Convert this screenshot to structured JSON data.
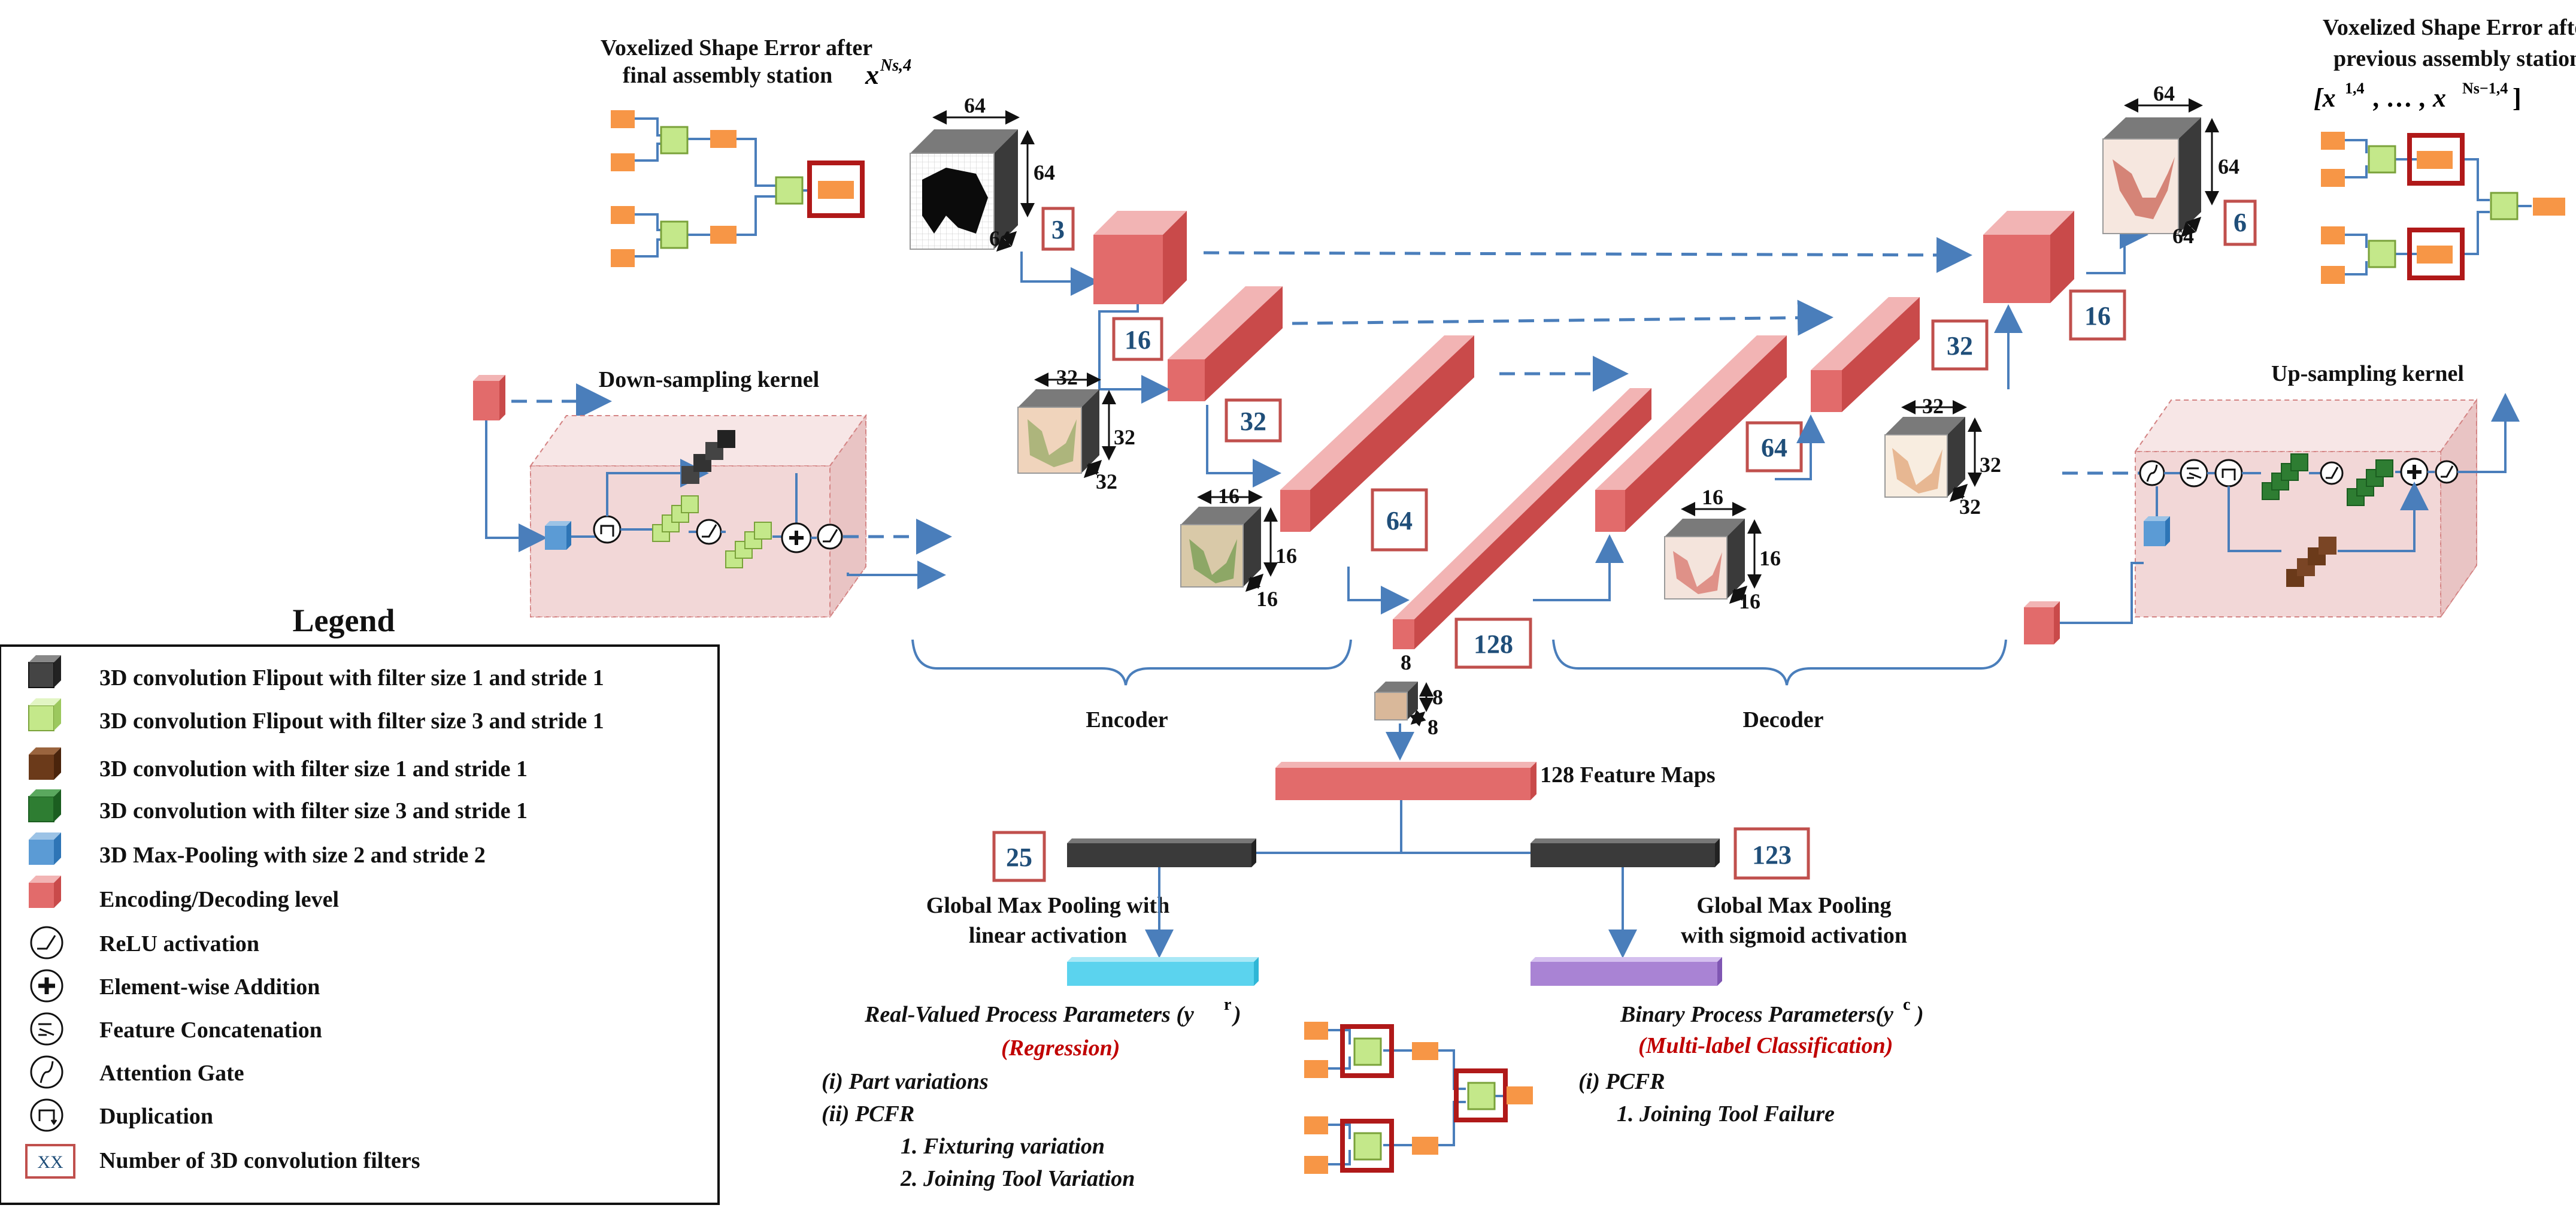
{
  "titles": {
    "final_station_line1": "Voxelized Shape Error after",
    "final_station_line2": "final assembly station",
    "final_station_symbol": "x",
    "final_station_sup": "Ns,4",
    "previous_stations_line1": "Voxelized Shape Error after",
    "previous_stations_line2": "previous assembly stations",
    "previous_stations_formula": "[x",
    "previous_stations_sup1": "1,4",
    "previous_stations_mid": ", … , x",
    "previous_stations_sup2": "Ns−1,4",
    "previous_stations_close": "]"
  },
  "kernels": {
    "down": "Down-sampling kernel",
    "up": "Up-sampling kernel"
  },
  "sections": {
    "encoder": "Encoder",
    "decoder": "Decoder",
    "feature_maps": "128 Feature Maps"
  },
  "filter_counts": {
    "input": "3",
    "enc1": "16",
    "enc2": "32",
    "enc3": "64",
    "bottleneck": "128",
    "dec3": "64",
    "dec2": "32",
    "dec1": "16",
    "output": "6",
    "regression": "25",
    "classification": "123"
  },
  "dims": {
    "input": [
      "64",
      "64",
      "64"
    ],
    "enc_32": [
      "32",
      "32",
      "32"
    ],
    "enc_16": [
      "16",
      "16",
      "16"
    ],
    "bottleneck": [
      "8",
      "8",
      "8"
    ],
    "dec_16": [
      "16",
      "16",
      "16"
    ],
    "dec_32": [
      "32",
      "32",
      "32"
    ],
    "output": [
      "64",
      "64",
      "64"
    ]
  },
  "heads": {
    "left_line1": "Global Max Pooling with",
    "left_line2": "linear activation",
    "right_line1": "Global Max Pooling",
    "right_line2": "with sigmoid activation"
  },
  "outputs": {
    "regression_title": "Real-Valued Process Parameters (y",
    "regression_sup": "r",
    "regression_close": ")",
    "regression_tag": "(Regression)",
    "regression_items": [
      "(i) Part variations",
      "(ii) PCFR",
      "1.   Fixturing variation",
      "2.   Joining Tool Variation"
    ],
    "classification_title": "Binary Process Parameters(y",
    "classification_sup": "c",
    "classification_close": ")",
    "classification_tag": "(Multi-label Classification)",
    "classification_items": [
      "(i) PCFR",
      "1.   Joining Tool Failure"
    ]
  },
  "legend": {
    "title": "Legend",
    "items": [
      {
        "icon": "black-cube-icon",
        "label": "3D convolution Flipout with filter size 1 and stride 1"
      },
      {
        "icon": "light-green-cube-icon",
        "label": "3D convolution Flipout with filter size 3 and stride 1"
      },
      {
        "icon": "brown-cube-icon",
        "label": "3D convolution with filter size 1 and stride 1"
      },
      {
        "icon": "dark-green-cube-icon",
        "label": "3D convolution with filter size 3 and stride 1"
      },
      {
        "icon": "blue-cube-icon",
        "label": "3D Max-Pooling with size  2 and stride 2"
      },
      {
        "icon": "red-cube-icon",
        "label": "Encoding/Decoding level"
      },
      {
        "icon": "relu-icon",
        "label": "ReLU activation"
      },
      {
        "icon": "addition-icon",
        "label": "Element-wise Addition"
      },
      {
        "icon": "concatenation-icon",
        "label": "Feature Concatenation"
      },
      {
        "icon": "attention-gate-icon",
        "label": "Attention Gate"
      },
      {
        "icon": "duplication-icon",
        "label": "Duplication"
      },
      {
        "icon": "filter-count-box-icon",
        "label": "Number of 3D convolution filters"
      }
    ],
    "box_sample": "XX"
  },
  "colors": {
    "red_block_front": "#e26b6b",
    "red_block_top": "#f2b4b4",
    "red_block_side": "#c94a4a",
    "arrow_blue": "#4a7ebb",
    "orange": "#f79646",
    "light_green": "#c4e88a",
    "dark_green": "#2e7d32",
    "brown": "#6b3a1a",
    "max_pool_blue": "#5b9bd5",
    "cyan_bar": "#5bd3ee",
    "purple_bar": "#a983d4",
    "number_box_border": "#c0504d",
    "number_text": "#1f4e79",
    "red_tag": "#c00000"
  }
}
